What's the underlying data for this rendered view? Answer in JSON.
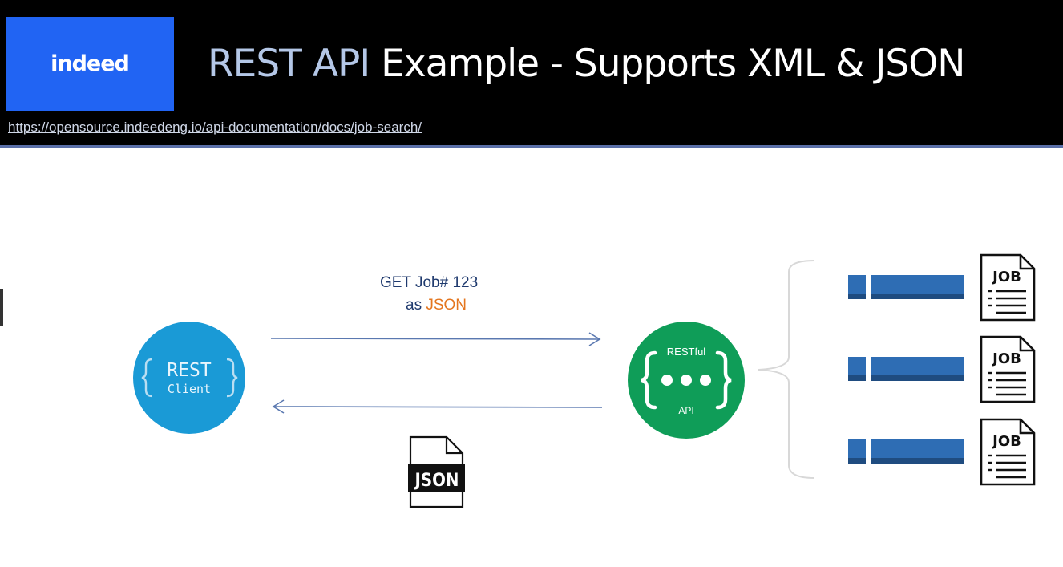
{
  "header": {
    "logo_text": "indeed",
    "title_accent": "REST API",
    "title_rest": " Example - Supports XML & JSON",
    "url": "https://opensource.indeedeng.io/api-documentation/docs/job-search/"
  },
  "diagram": {
    "request_line1": "GET Job# 123",
    "request_line2_prefix": "as ",
    "request_line2_format": "JSON",
    "client_label_line1": "REST",
    "client_label_line2": "Client",
    "api_label_top": "RESTful",
    "api_label_bottom": "API",
    "json_file_label": "JSON",
    "job_labels": [
      "JOB",
      "JOB",
      "JOB"
    ]
  },
  "colors": {
    "header_bg": "#000000",
    "logo_bg": "#2164f3",
    "title_accent": "#b4c7e7",
    "client_circle": "#1a9ad6",
    "api_circle": "#0f9d58",
    "format_highlight": "#e4761f",
    "record_bar": "#2e6db4",
    "arrow": "#5a78b0"
  },
  "icons": [
    "json-file-icon",
    "job-document-icon",
    "record-bar-icon",
    "curly-brace-icon"
  ]
}
